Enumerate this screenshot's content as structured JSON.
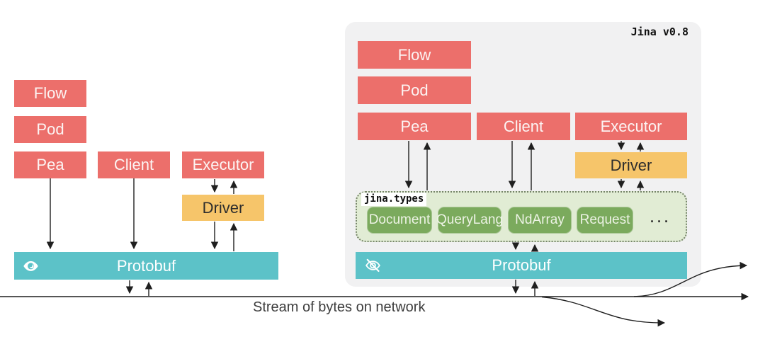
{
  "left_diagram": {
    "flow": "Flow",
    "pod": "Pod",
    "pea": "Pea",
    "client": "Client",
    "executor": "Executor",
    "driver": "Driver",
    "protobuf": "Protobuf",
    "protobuf_icon": "eye-icon"
  },
  "right_panel": {
    "title": "Jina v0.8",
    "flow": "Flow",
    "pod": "Pod",
    "pea": "Pea",
    "client": "Client",
    "executor": "Executor",
    "driver": "Driver",
    "protobuf": "Protobuf",
    "protobuf_icon": "eye-off-icon",
    "types": {
      "label": "jina.types",
      "items": [
        "Document",
        "QueryLang",
        "NdArray",
        "Request"
      ],
      "more": "..."
    }
  },
  "network": {
    "label": "Stream of bytes on network"
  },
  "colors": {
    "component_red": "#ec6f6b",
    "driver_yellow": "#f6c56a",
    "protobuf_teal": "#5cc2c8",
    "type_green": "#7baa5d",
    "types_panel_green": "#e1ecd4",
    "panel_gray": "#f1f1f2",
    "arrow_black": "#1f1f1f"
  }
}
